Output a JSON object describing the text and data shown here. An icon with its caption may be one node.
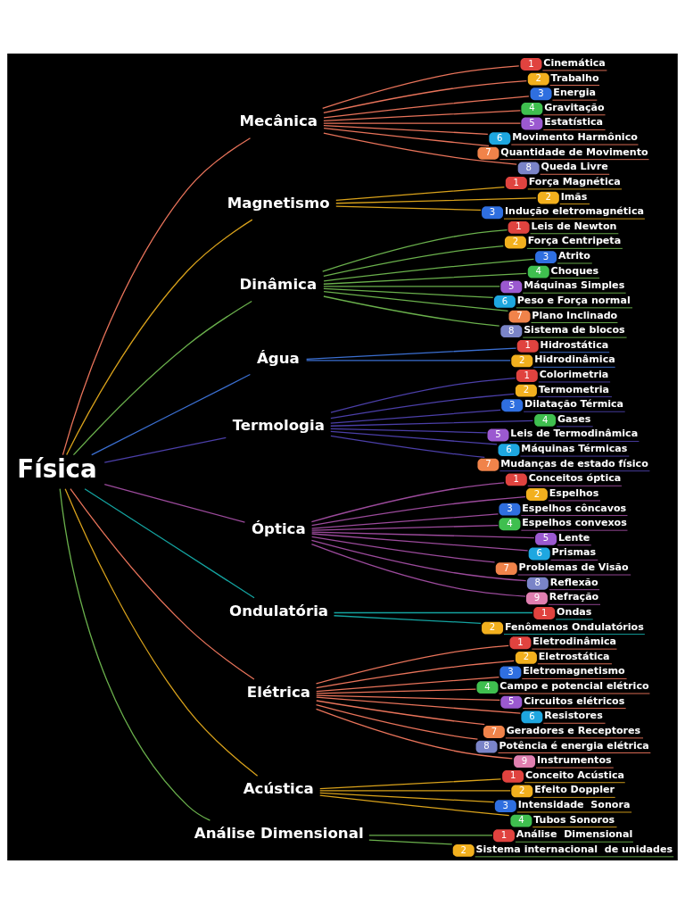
{
  "diagram": {
    "nodes": [
      {
        "text": [
          "Física"
        ]
      },
      {
        "text": [
          "Mecânica"
        ]
      },
      {
        "text": [
          "1",
          "Cinemática"
        ]
      },
      {
        "text": [
          "2",
          "Trabalho"
        ]
      },
      {
        "text": [
          "3",
          "Energia"
        ]
      },
      {
        "text": [
          "4",
          "Gravitação"
        ]
      },
      {
        "text": [
          "5",
          "Estatística"
        ]
      },
      {
        "text": [
          "6",
          "Movimento Harmônico"
        ]
      },
      {
        "text": [
          "7",
          "Quantidade de Movimento"
        ]
      },
      {
        "text": [
          "8",
          "Queda Livre"
        ]
      },
      {
        "text": [
          "Magnetismo"
        ]
      },
      {
        "text": [
          "1",
          "Força Magnética"
        ]
      },
      {
        "text": [
          "2",
          "Imãs"
        ]
      },
      {
        "text": [
          "3",
          "Indução eletromagnética"
        ]
      },
      {
        "text": [
          "Dinâmica"
        ]
      },
      {
        "text": [
          "1",
          "Leis de Newton"
        ]
      },
      {
        "text": [
          "2",
          "Força Centripeta"
        ]
      },
      {
        "text": [
          "3",
          "Atrito"
        ]
      },
      {
        "text": [
          "4",
          "Choques"
        ]
      },
      {
        "text": [
          "5",
          "Máquinas Simples"
        ]
      },
      {
        "text": [
          "6",
          "Peso e Força normal"
        ]
      },
      {
        "text": [
          "7",
          "Plano Inclinado"
        ]
      },
      {
        "text": [
          "8",
          "Sistema de blocos"
        ]
      },
      {
        "text": [
          "Água"
        ]
      },
      {
        "text": [
          "1",
          "Hidrostática"
        ]
      },
      {
        "text": [
          "2",
          "Hidrodinâmica"
        ]
      },
      {
        "text": [
          "Termologia"
        ]
      },
      {
        "text": [
          "1",
          "Colorimetria"
        ]
      },
      {
        "text": [
          "2",
          "Termometria"
        ]
      },
      {
        "text": [
          "3",
          "Dilatação Térmica"
        ]
      },
      {
        "text": [
          "4",
          "Gases"
        ]
      },
      {
        "text": [
          "5",
          "Leis de Termodinâmica"
        ]
      },
      {
        "text": [
          "6",
          "Máquinas Térmicas"
        ]
      },
      {
        "text": [
          "7",
          "Mudanças de estado físico"
        ]
      },
      {
        "text": [
          "Óptica"
        ]
      },
      {
        "text": [
          "1",
          "Conceitos óptica"
        ]
      },
      {
        "text": [
          "2",
          "Espelhos"
        ]
      },
      {
        "text": [
          "3",
          "Espelhos côncavos"
        ]
      },
      {
        "text": [
          "4",
          "Espelhos convexos"
        ]
      },
      {
        "text": [
          "5",
          "Lente"
        ]
      },
      {
        "text": [
          "6",
          "Prismas"
        ]
      },
      {
        "text": [
          "7",
          "Problemas de Visão"
        ]
      },
      {
        "text": [
          "8",
          "Reflexão"
        ]
      },
      {
        "text": [
          "9",
          "Refração"
        ]
      },
      {
        "text": [
          "Ondulatória"
        ]
      },
      {
        "text": [
          "1",
          "Ondas"
        ]
      },
      {
        "text": [
          "2",
          "Fenômenos Ondulatórios"
        ]
      },
      {
        "text": [
          "Elétrica"
        ]
      },
      {
        "text": [
          "1",
          "Eletrodinâmica"
        ]
      },
      {
        "text": [
          "2",
          "Eletrostática"
        ]
      },
      {
        "text": [
          "3",
          "Eletromagnetismo"
        ]
      },
      {
        "text": [
          "4",
          "Campo e potencial elétrico"
        ]
      },
      {
        "text": [
          "5",
          "Circuitos elétricos"
        ]
      },
      {
        "text": [
          "6",
          "Resistores"
        ]
      },
      {
        "text": [
          "7",
          "Geradores e Receptores"
        ]
      },
      {
        "text": [
          "8",
          "Potência é energia elétrica"
        ]
      },
      {
        "text": [
          "9",
          "Instrumentos"
        ]
      },
      {
        "text": [
          "Acústica"
        ]
      },
      {
        "text": [
          "1",
          "Conceito Acústica"
        ]
      },
      {
        "text": [
          "2",
          "Efeito Doppler"
        ]
      },
      {
        "text": [
          "3",
          "Intensidade  Sonora"
        ]
      },
      {
        "text": [
          "4",
          "Tubos Sonoros"
        ]
      },
      {
        "text": [
          "Análise Dimensional"
        ]
      },
      {
        "text": [
          "1",
          "Análise  Dimensional"
        ]
      },
      {
        "text": [
          "2",
          "Sistema internacional  de unidades"
        ]
      }
    ],
    "edges": [
      {
        "from": 0,
        "to": 1,
        "arrow": "none",
        "color": "#e8735a"
      },
      {
        "from": 1,
        "to": 2,
        "arrow": "none",
        "color": "#e8735a"
      },
      {
        "from": 1,
        "to": 3,
        "arrow": "none",
        "color": "#e8735a"
      },
      {
        "from": 1,
        "to": 4,
        "arrow": "none",
        "color": "#e8735a"
      },
      {
        "from": 1,
        "to": 5,
        "arrow": "none",
        "color": "#e8735a"
      },
      {
        "from": 1,
        "to": 6,
        "arrow": "none",
        "color": "#e8735a"
      },
      {
        "from": 1,
        "to": 7,
        "arrow": "none",
        "color": "#e8735a"
      },
      {
        "from": 1,
        "to": 8,
        "arrow": "none",
        "color": "#e8735a"
      },
      {
        "from": 1,
        "to": 9,
        "arrow": "none",
        "color": "#e8735a"
      },
      {
        "from": 0,
        "to": 10,
        "arrow": "none",
        "color": "#d9a21b"
      },
      {
        "from": 10,
        "to": 11,
        "arrow": "none",
        "color": "#d9a21b"
      },
      {
        "from": 10,
        "to": 12,
        "arrow": "none",
        "color": "#d9a21b"
      },
      {
        "from": 10,
        "to": 13,
        "arrow": "none",
        "color": "#d9a21b"
      },
      {
        "from": 0,
        "to": 14,
        "arrow": "none",
        "color": "#6ab04c"
      },
      {
        "from": 14,
        "to": 15,
        "arrow": "none",
        "color": "#6ab04c"
      },
      {
        "from": 14,
        "to": 16,
        "arrow": "none",
        "color": "#6ab04c"
      },
      {
        "from": 14,
        "to": 17,
        "arrow": "none",
        "color": "#6ab04c"
      },
      {
        "from": 14,
        "to": 18,
        "arrow": "none",
        "color": "#6ab04c"
      },
      {
        "from": 14,
        "to": 19,
        "arrow": "none",
        "color": "#6ab04c"
      },
      {
        "from": 14,
        "to": 20,
        "arrow": "none",
        "color": "#6ab04c"
      },
      {
        "from": 14,
        "to": 21,
        "arrow": "none",
        "color": "#6ab04c"
      },
      {
        "from": 14,
        "to": 22,
        "arrow": "none",
        "color": "#6ab04c"
      },
      {
        "from": 0,
        "to": 23,
        "arrow": "none",
        "color": "#3b6fd1"
      },
      {
        "from": 23,
        "to": 24,
        "arrow": "none",
        "color": "#3b6fd1"
      },
      {
        "from": 23,
        "to": 25,
        "arrow": "none",
        "color": "#3b6fd1"
      },
      {
        "from": 0,
        "to": 26,
        "arrow": "none",
        "color": "#4b3fa8"
      },
      {
        "from": 26,
        "to": 27,
        "arrow": "none",
        "color": "#4b3fa8"
      },
      {
        "from": 26,
        "to": 28,
        "arrow": "none",
        "color": "#4b3fa8"
      },
      {
        "from": 26,
        "to": 29,
        "arrow": "none",
        "color": "#4b3fa8"
      },
      {
        "from": 26,
        "to": 30,
        "arrow": "none",
        "color": "#4b3fa8"
      },
      {
        "from": 26,
        "to": 31,
        "arrow": "none",
        "color": "#4b3fa8"
      },
      {
        "from": 26,
        "to": 32,
        "arrow": "none",
        "color": "#4b3fa8"
      },
      {
        "from": 26,
        "to": 33,
        "arrow": "none",
        "color": "#4b3fa8"
      },
      {
        "from": 0,
        "to": 34,
        "arrow": "none",
        "color": "#9b4a9b"
      },
      {
        "from": 34,
        "to": 35,
        "arrow": "none",
        "color": "#9b4a9b"
      },
      {
        "from": 34,
        "to": 36,
        "arrow": "none",
        "color": "#9b4a9b"
      },
      {
        "from": 34,
        "to": 37,
        "arrow": "none",
        "color": "#9b4a9b"
      },
      {
        "from": 34,
        "to": 38,
        "arrow": "none",
        "color": "#9b4a9b"
      },
      {
        "from": 34,
        "to": 39,
        "arrow": "none",
        "color": "#9b4a9b"
      },
      {
        "from": 34,
        "to": 40,
        "arrow": "none",
        "color": "#9b4a9b"
      },
      {
        "from": 34,
        "to": 41,
        "arrow": "none",
        "color": "#9b4a9b"
      },
      {
        "from": 34,
        "to": 42,
        "arrow": "none",
        "color": "#9b4a9b"
      },
      {
        "from": 34,
        "to": 43,
        "arrow": "none",
        "color": "#9b4a9b"
      },
      {
        "from": 0,
        "to": 44,
        "arrow": "none",
        "color": "#14a3a0"
      },
      {
        "from": 44,
        "to": 45,
        "arrow": "none",
        "color": "#14a3a0"
      },
      {
        "from": 44,
        "to": 46,
        "arrow": "none",
        "color": "#14a3a0"
      },
      {
        "from": 0,
        "to": 47,
        "arrow": "none",
        "color": "#e8735a"
      },
      {
        "from": 47,
        "to": 48,
        "arrow": "none",
        "color": "#e8735a"
      },
      {
        "from": 47,
        "to": 49,
        "arrow": "none",
        "color": "#e8735a"
      },
      {
        "from": 47,
        "to": 50,
        "arrow": "none",
        "color": "#e8735a"
      },
      {
        "from": 47,
        "to": 51,
        "arrow": "none",
        "color": "#e8735a"
      },
      {
        "from": 47,
        "to": 52,
        "arrow": "none",
        "color": "#e8735a"
      },
      {
        "from": 47,
        "to": 53,
        "arrow": "none",
        "color": "#e8735a"
      },
      {
        "from": 47,
        "to": 54,
        "arrow": "none",
        "color": "#e8735a"
      },
      {
        "from": 47,
        "to": 55,
        "arrow": "none",
        "color": "#e8735a"
      },
      {
        "from": 47,
        "to": 56,
        "arrow": "none",
        "color": "#e8735a"
      },
      {
        "from": 0,
        "to": 57,
        "arrow": "none",
        "color": "#d9a21b"
      },
      {
        "from": 57,
        "to": 58,
        "arrow": "none",
        "color": "#d9a21b"
      },
      {
        "from": 57,
        "to": 59,
        "arrow": "none",
        "color": "#d9a21b"
      },
      {
        "from": 57,
        "to": 60,
        "arrow": "none",
        "color": "#d9a21b"
      },
      {
        "from": 57,
        "to": 61,
        "arrow": "none",
        "color": "#d9a21b"
      },
      {
        "from": 0,
        "to": 62,
        "arrow": "none",
        "color": "#6ab04c"
      },
      {
        "from": 62,
        "to": 63,
        "arrow": "none",
        "color": "#6ab04c"
      },
      {
        "from": 62,
        "to": 64,
        "arrow": "none",
        "color": "#6ab04c"
      }
    ]
  }
}
